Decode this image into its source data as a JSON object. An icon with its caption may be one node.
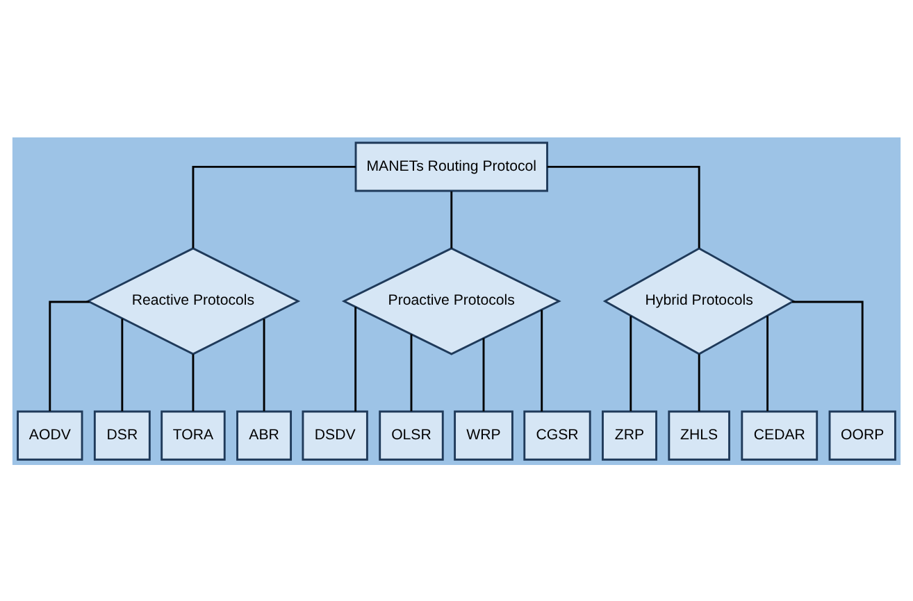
{
  "diagram": {
    "nodes": [
      {
        "text": [
          "MANETs Routing Protocol"
        ]
      },
      {
        "text": [
          "Reactive Protocols"
        ]
      },
      {
        "text": [
          "Proactive Protocols"
        ]
      },
      {
        "text": [
          "Hybrid Protocols"
        ]
      },
      {
        "text": [
          "AODV"
        ]
      },
      {
        "text": [
          "DSR"
        ]
      },
      {
        "text": [
          "TORA"
        ]
      },
      {
        "text": [
          "ABR"
        ]
      },
      {
        "text": [
          "DSDV"
        ]
      },
      {
        "text": [
          "OLSR"
        ]
      },
      {
        "text": [
          "WRP"
        ]
      },
      {
        "text": [
          "CGSR"
        ]
      },
      {
        "text": [
          "ZRP"
        ]
      },
      {
        "text": [
          "ZHLS"
        ]
      },
      {
        "text": [
          "CEDAR"
        ]
      },
      {
        "text": [
          "OORP"
        ]
      }
    ],
    "edges": [
      {
        "from": 0,
        "to": 1,
        "arrow": "none"
      },
      {
        "from": 0,
        "to": 2,
        "arrow": "none"
      },
      {
        "from": 0,
        "to": 3,
        "arrow": "none"
      },
      {
        "from": 1,
        "to": 4,
        "arrow": "none"
      },
      {
        "from": 1,
        "to": 5,
        "arrow": "none"
      },
      {
        "from": 1,
        "to": 6,
        "arrow": "none"
      },
      {
        "from": 1,
        "to": 7,
        "arrow": "none"
      },
      {
        "from": 2,
        "to": 8,
        "arrow": "none"
      },
      {
        "from": 2,
        "to": 9,
        "arrow": "none"
      },
      {
        "from": 2,
        "to": 10,
        "arrow": "none"
      },
      {
        "from": 2,
        "to": 11,
        "arrow": "none"
      },
      {
        "from": 3,
        "to": 12,
        "arrow": "none"
      },
      {
        "from": 3,
        "to": 13,
        "arrow": "none"
      },
      {
        "from": 3,
        "to": 14,
        "arrow": "none"
      },
      {
        "from": 3,
        "to": 15,
        "arrow": "none"
      }
    ]
  }
}
